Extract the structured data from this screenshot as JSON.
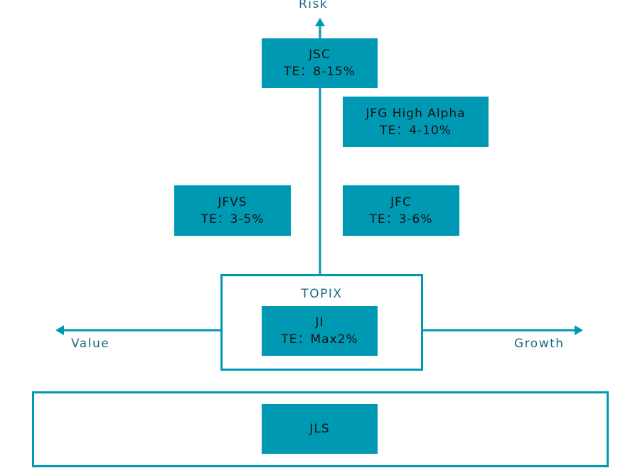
{
  "axes": {
    "risk": "Risk",
    "value": "Value",
    "growth": "Growth"
  },
  "boxes": {
    "jsc": {
      "name": "JSC",
      "te": "TE：8-15%"
    },
    "jfg": {
      "name": "JFG High Alpha",
      "te": "TE：4-10%"
    },
    "jfvs": {
      "name": "JFVS",
      "te": "TE：3-5%"
    },
    "jfc": {
      "name": "JFC",
      "te": "TE：3-6%"
    },
    "ji": {
      "name": "JI",
      "te": "TE：Max2%"
    },
    "jls": {
      "name": "JLS"
    }
  },
  "topix": "TOPIX",
  "colors": {
    "accent": "#0099b3",
    "label": "#1a6a80"
  }
}
